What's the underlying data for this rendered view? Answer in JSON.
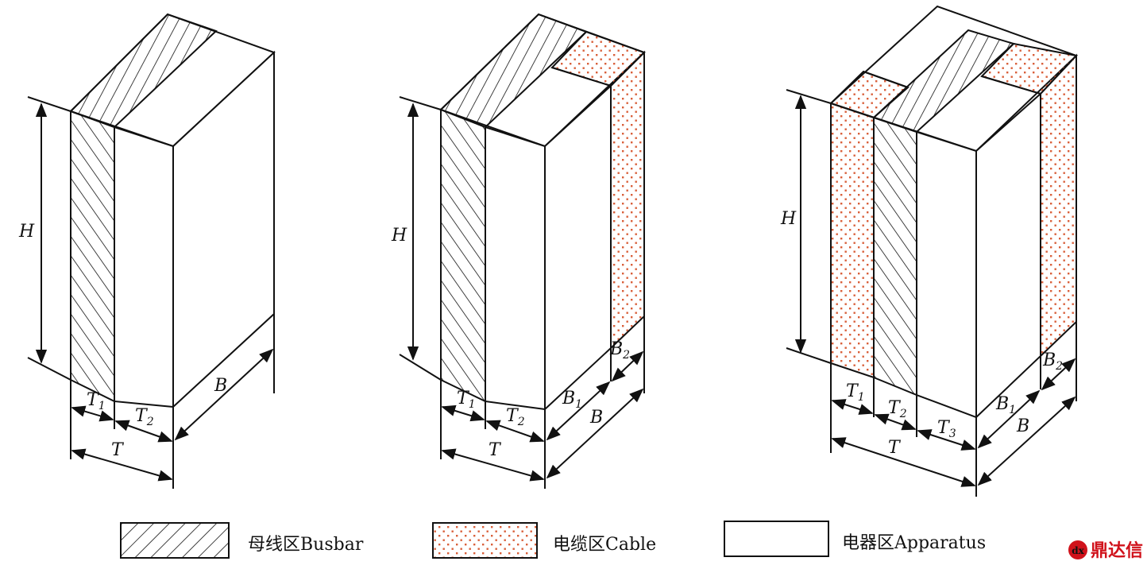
{
  "diagrams": [
    {
      "id": "left",
      "labels": {
        "H": "H",
        "T": "T",
        "B": "B",
        "T1": "T",
        "T1_sub": "1",
        "T2": "T",
        "T2_sub": "2"
      }
    },
    {
      "id": "middle",
      "labels": {
        "H": "H",
        "T": "T",
        "B": "B",
        "T1": "T",
        "T1_sub": "1",
        "T2": "T",
        "T2_sub": "2",
        "B1": "B",
        "B1_sub": "1",
        "B2": "B",
        "B2_sub": "2"
      }
    },
    {
      "id": "right",
      "labels": {
        "H": "H",
        "T": "T",
        "B": "B",
        "T1": "T",
        "T1_sub": "1",
        "T2": "T",
        "T2_sub": "2",
        "T3": "T",
        "T3_sub": "3",
        "B1": "B",
        "B1_sub": "1",
        "B2": "B",
        "B2_sub": "2"
      }
    }
  ],
  "legend": {
    "busbar": "母线区Busbar",
    "cable": "电缆区Cable",
    "apparatus": "电器区Apparatus"
  },
  "watermark": "鼎达信",
  "colors": {
    "cable_dot": "#d9603b",
    "line": "#111111",
    "watermark": "#d0121b"
  }
}
